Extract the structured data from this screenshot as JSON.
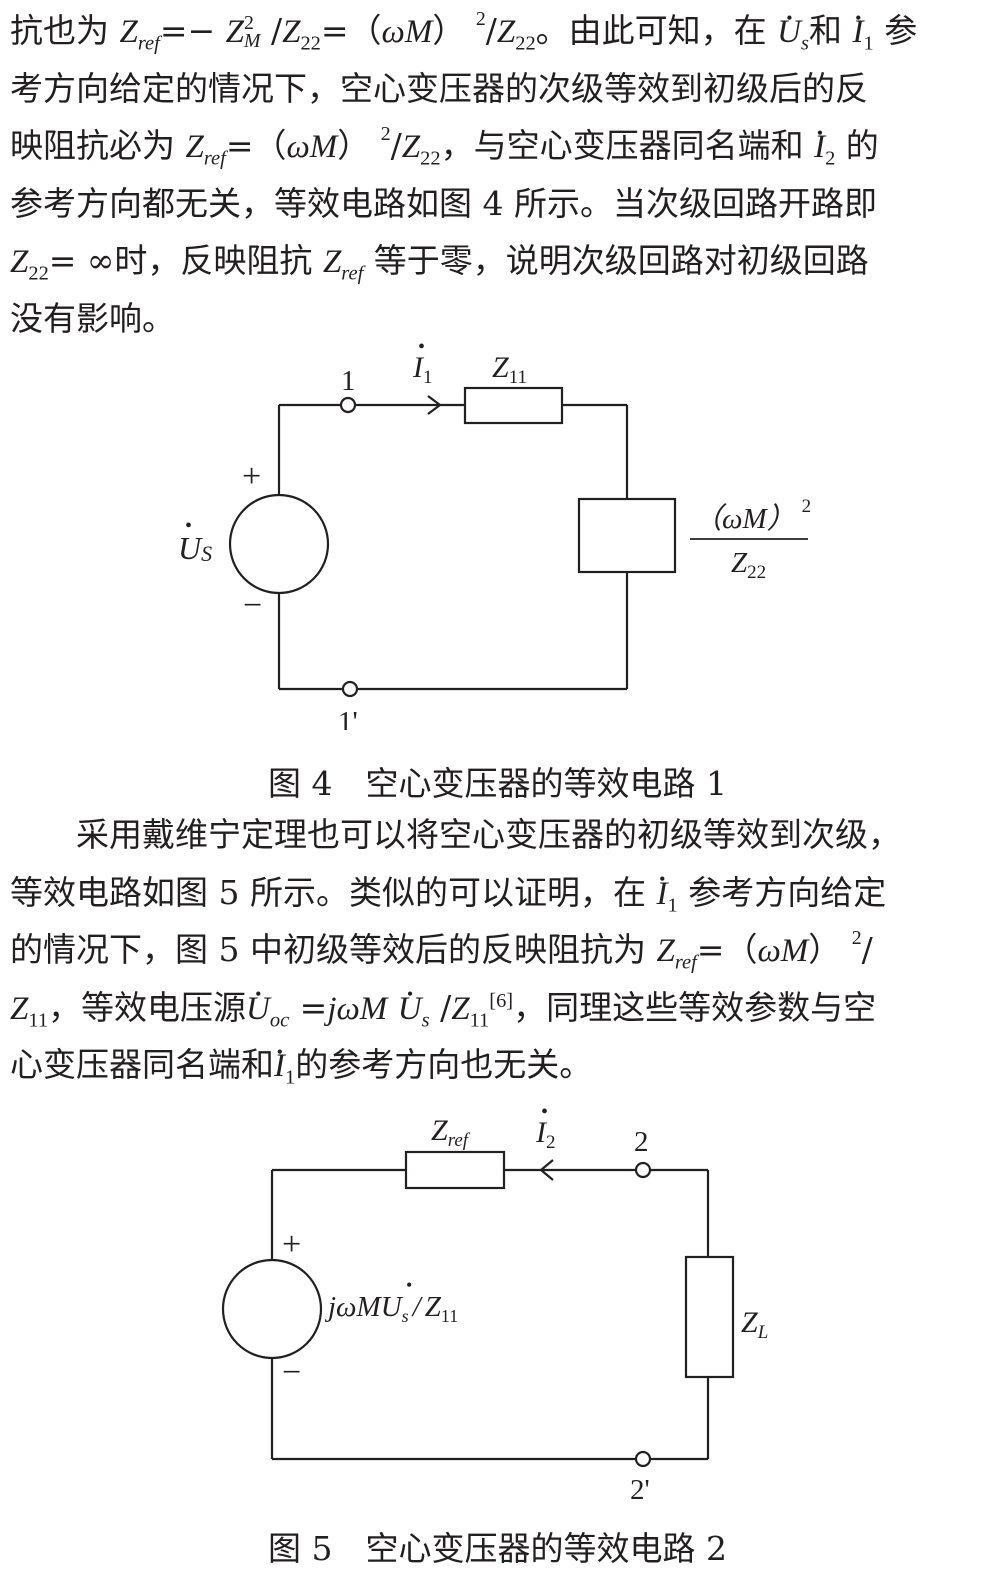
{
  "para1": {
    "l1_a": "抗也为",
    "l1_b": "=−",
    "l1_c": "/",
    "l1_d": "=（",
    "l1_e": "ωM",
    "l1_f": "）",
    "l1_g": "/",
    "l1_h": "。由此可知，在",
    "l1_i": "和",
    "l1_j": "参",
    "l2": "考方向给定的情况下，空心变压器的次级等效到初级后的反",
    "l3_a": "映阻抗必为",
    "l3_b": "=（",
    "l3_c": "ωM",
    "l3_d": "）",
    "l3_e": "/",
    "l3_f": "，与空心变压器同名端和",
    "l3_g": "的",
    "l4": "参考方向都无关，等效电路如图 4 所示。当次级回路开路即",
    "l5_a": "= ∞时，反映阻抗",
    "l5_b": "等于零，说明次级回路对初级回路",
    "l6": "没有影响。"
  },
  "sym": {
    "Z": "Z",
    "ref": "ref",
    "M": "M",
    "two": "2",
    "22": "22",
    "11": "11",
    "U": "U",
    "I": "I",
    "s": "s",
    "one": "1",
    "oc": "oc",
    "jwM": "jωM",
    "cite6": "[6]"
  },
  "fig4": {
    "caption": "图 4　空心变压器的等效电路 1",
    "node_top": "1",
    "node_bottom": "1'",
    "current": "I",
    "current_sub": "1",
    "z11": "Z",
    "z11_sub": "11",
    "plus": "+",
    "minus": "−",
    "source_U": "U",
    "source_sub": "S",
    "frac_num": "（ωM）",
    "frac_sup": "2",
    "frac_den": "Z",
    "frac_den_sub": "22"
  },
  "para2": {
    "l1": "采用戴维宁定理也可以将空心变压器的初级等效到次级，",
    "l2_a": "等效电路如图 5 所示。类似的可以证明，在",
    "l2_b": "参考方向给定",
    "l3_a": "的情况下，图 5 中初级等效后的反映阻抗为",
    "l3_b": "=（",
    "l3_c": "ωM",
    "l3_d": "）",
    "l3_e": "/",
    "l4_a": "，等效电压源",
    "l4_b": " =",
    "l4_c": " /",
    "l4_d": "，同理这些等效参数与空",
    "l5_a": "心变压器同名端和",
    "l5_b": "的参考方向也无关。"
  },
  "fig5": {
    "caption": "图 5　空心变压器的等效电路 2",
    "zref": "Z",
    "zref_sub": "ref",
    "current": "I",
    "current_sub": "2",
    "node_top": "2",
    "node_bottom": "2'",
    "plus": "+",
    "minus": "−",
    "source_a": "jωM",
    "source_U": "U",
    "source_s": "s",
    "source_b": "/",
    "source_Z": "Z",
    "source_sub": "11",
    "zl": "Z",
    "zl_sub": "L"
  }
}
